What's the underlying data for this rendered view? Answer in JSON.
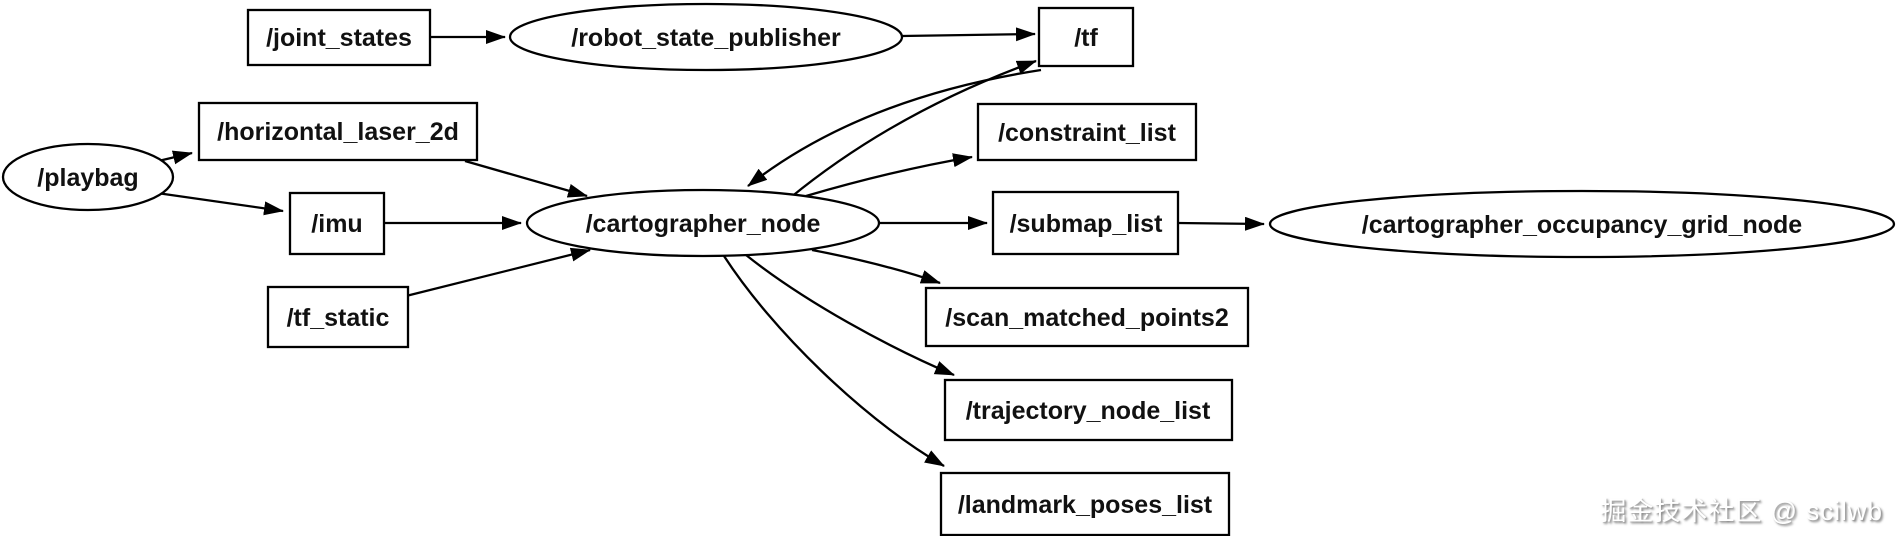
{
  "diagram": {
    "nodes": [
      {
        "id": "playbag",
        "label": "/playbag",
        "shape": "ellipse"
      },
      {
        "id": "joint_states",
        "label": "/joint_states",
        "shape": "box"
      },
      {
        "id": "robot_state_publisher",
        "label": "/robot_state_publisher",
        "shape": "ellipse"
      },
      {
        "id": "tf",
        "label": "/tf",
        "shape": "box"
      },
      {
        "id": "horizontal_laser_2d",
        "label": "/horizontal_laser_2d",
        "shape": "box"
      },
      {
        "id": "imu",
        "label": "/imu",
        "shape": "box"
      },
      {
        "id": "cartographer_node",
        "label": "/cartographer_node",
        "shape": "ellipse"
      },
      {
        "id": "tf_static",
        "label": "/tf_static",
        "shape": "box"
      },
      {
        "id": "constraint_list",
        "label": "/constraint_list",
        "shape": "box"
      },
      {
        "id": "submap_list",
        "label": "/submap_list",
        "shape": "box"
      },
      {
        "id": "cartographer_occupancy_grid_node",
        "label": "/cartographer_occupancy_grid_node",
        "shape": "ellipse"
      },
      {
        "id": "scan_matched_points2",
        "label": "/scan_matched_points2",
        "shape": "box"
      },
      {
        "id": "trajectory_node_list",
        "label": "/trajectory_node_list",
        "shape": "box"
      },
      {
        "id": "landmark_poses_list",
        "label": "/landmark_poses_list",
        "shape": "box"
      }
    ],
    "edges": [
      {
        "from": "/playbag",
        "to": "/horizontal_laser_2d"
      },
      {
        "from": "/playbag",
        "to": "/imu"
      },
      {
        "from": "/joint_states",
        "to": "/robot_state_publisher"
      },
      {
        "from": "/robot_state_publisher",
        "to": "/tf"
      },
      {
        "from": "/horizontal_laser_2d",
        "to": "/cartographer_node"
      },
      {
        "from": "/imu",
        "to": "/cartographer_node"
      },
      {
        "from": "/tf_static",
        "to": "/cartographer_node"
      },
      {
        "from": "/cartographer_node",
        "to": "/tf"
      },
      {
        "from": "/tf",
        "to": "/cartographer_node"
      },
      {
        "from": "/cartographer_node",
        "to": "/constraint_list"
      },
      {
        "from": "/cartographer_node",
        "to": "/submap_list"
      },
      {
        "from": "/cartographer_node",
        "to": "/scan_matched_points2"
      },
      {
        "from": "/cartographer_node",
        "to": "/trajectory_node_list"
      },
      {
        "from": "/cartographer_node",
        "to": "/landmark_poses_list"
      },
      {
        "from": "/submap_list",
        "to": "/cartographer_occupancy_grid_node"
      }
    ],
    "watermark": "掘金技术社区 @ scilwb",
    "colors": {
      "stroke": "#000000",
      "background": "#ffffff",
      "watermark_text": "#ffffff",
      "watermark_shadow": "#7d7d7d"
    }
  }
}
